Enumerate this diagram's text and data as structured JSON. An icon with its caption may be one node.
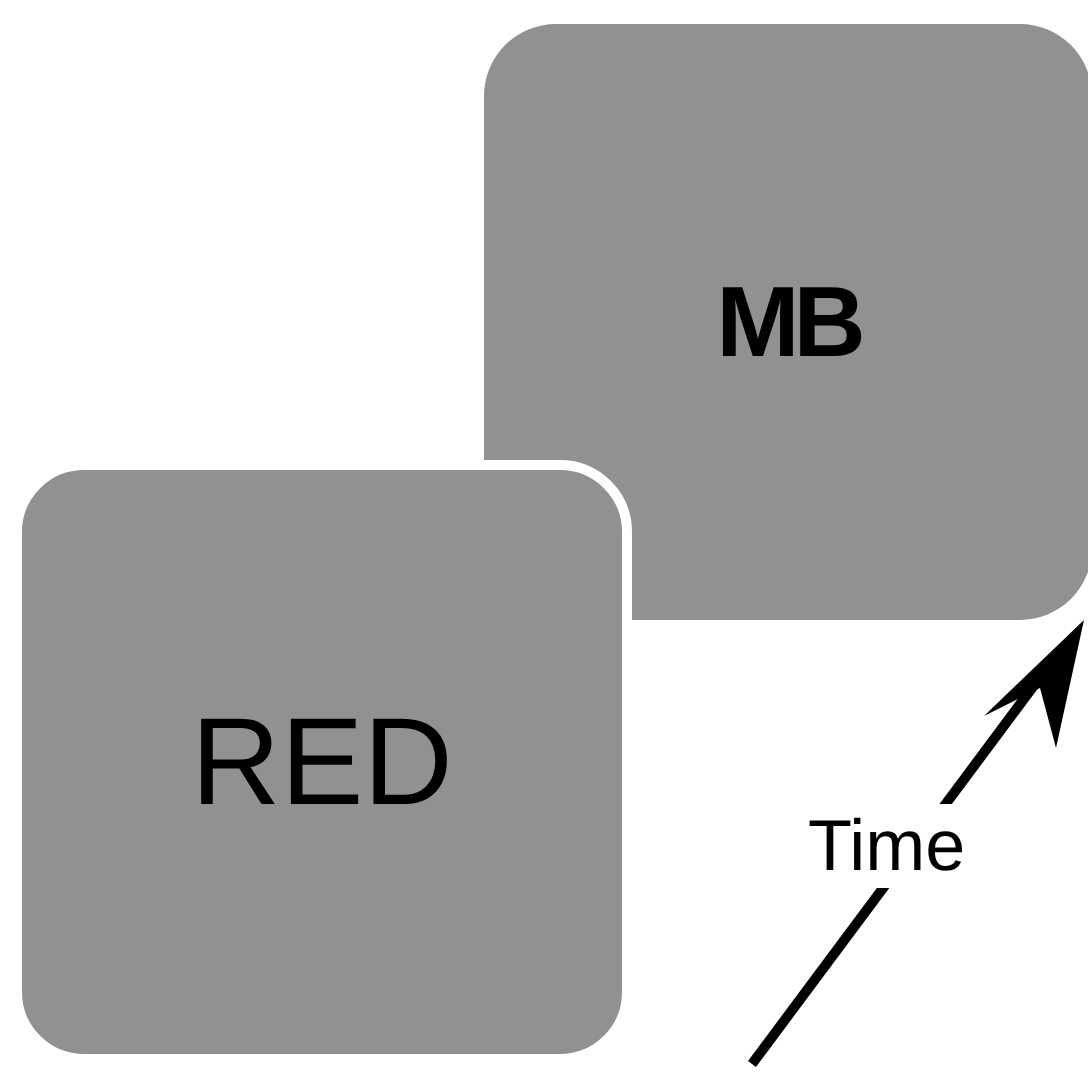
{
  "diagram": {
    "nodes": [
      {
        "text": [
          "MB"
        ]
      },
      {
        "text": [
          "RED"
        ]
      }
    ],
    "labels": [
      "Time"
    ]
  }
}
